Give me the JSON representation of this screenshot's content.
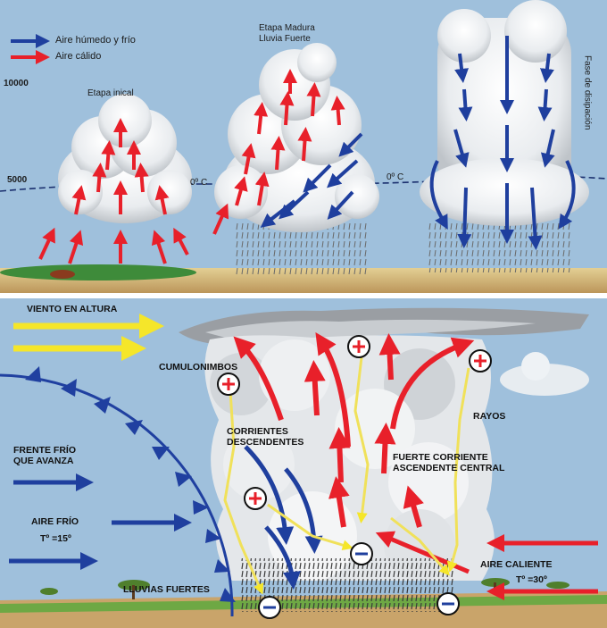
{
  "top_panel": {
    "legend": {
      "cold_humid": {
        "label": "Aire húmedo y frío",
        "color": "#1f3f9e"
      },
      "warm": {
        "label": "Aire cálido",
        "color": "#e8202a"
      }
    },
    "altitude_10000": "10000",
    "altitude_5000": "5000",
    "stage_initial": "Etapa inical",
    "stage_mature_1": "Etapa Madura",
    "stage_mature_2": "Lluvia Fuerte",
    "stage_dissipation": "Fase de disipación",
    "freezing_1": "0º C",
    "freezing_2": "0º C"
  },
  "bottom_panel": {
    "wind_aloft": "VIENTO EN ALTURA",
    "cumulonimbus": "CUMULONIMBOS",
    "downdrafts_1": "CORRIENTES",
    "downdrafts_2": "DESCENDENTES",
    "lightning": "RAYOS",
    "updraft_1": "FUERTE CORRIENTE",
    "updraft_2": "ASCENDENTE CENTRAL",
    "cold_front_1": "FRENTE FRÍO",
    "cold_front_2": "QUE AVANZA",
    "cold_air_1": "AIRE FRÍO",
    "cold_air_2": "Tº =15º",
    "warm_air_1": "AIRE CALIENTE",
    "warm_air_2": "Tº =30º",
    "heavy_rain": "LLUVIAS FUERTES"
  },
  "colors": {
    "sky": "#9fc0dc",
    "cold_arrow": "#1f3f9e",
    "warm_arrow": "#e8202a",
    "wind_arrow": "#f5e62a",
    "lightning": "#f0e15a",
    "ground": "#c9a46a"
  }
}
